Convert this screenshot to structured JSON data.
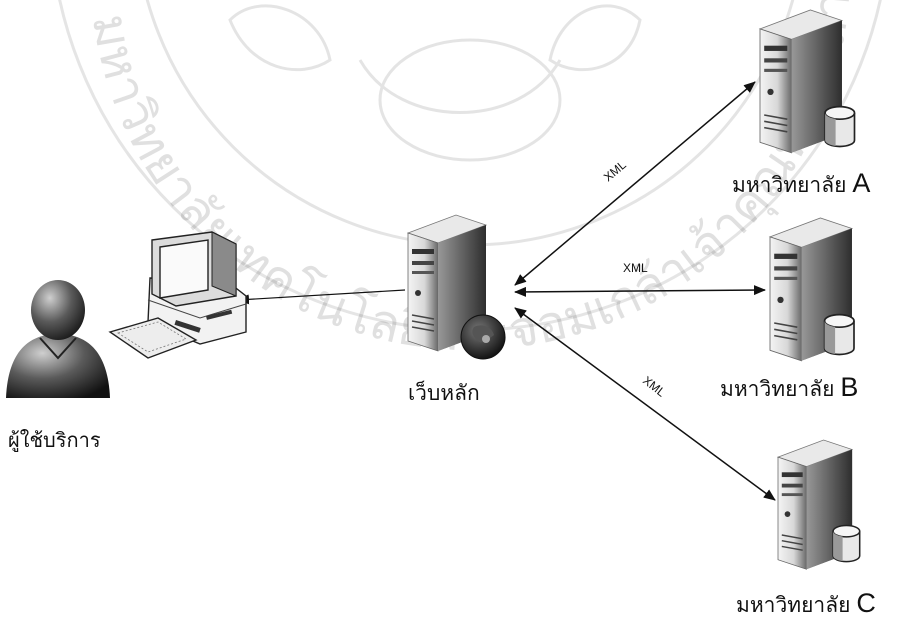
{
  "diagram": {
    "nodes": {
      "user": {
        "label": "ผู้ใช้บริการ"
      },
      "main_web": {
        "label": "เว็บหลัก"
      },
      "university_a": {
        "label": "มหาวิทยาลัย",
        "letter": "A"
      },
      "university_b": {
        "label": "มหาวิทยาลัย",
        "letter": "B"
      },
      "university_c": {
        "label": "มหาวิทยาลัย",
        "letter": "C"
      }
    },
    "edges": [
      {
        "from": "main_web",
        "to": "university_a",
        "label": "XML",
        "direction": "both"
      },
      {
        "from": "main_web",
        "to": "university_b",
        "label": "XML",
        "direction": "both"
      },
      {
        "from": "main_web",
        "to": "university_c",
        "label": "XML",
        "direction": "both"
      },
      {
        "from": "main_web",
        "to": "user_computer",
        "label": "",
        "direction": "to-user"
      }
    ],
    "watermark": {
      "text": "มหาวิทยาลัยเทคโนโลยีพระจอมเกล้าเจ้าคุณทหารลาดกระบัง"
    }
  }
}
